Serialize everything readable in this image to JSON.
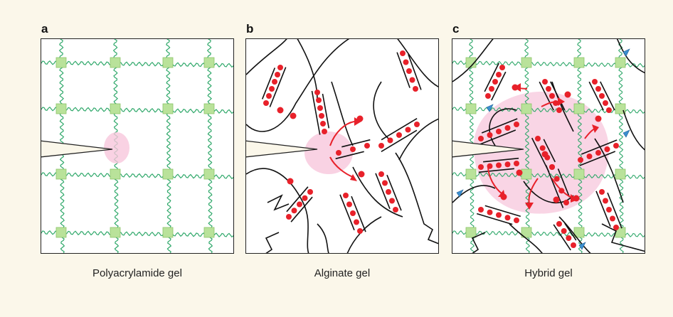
{
  "panels": [
    {
      "letter": "a",
      "caption": "Polyacrylamide gel"
    },
    {
      "letter": "b",
      "caption": "Alginate gel"
    },
    {
      "letter": "c",
      "caption": "Hybrid gel"
    }
  ],
  "colors": {
    "background": "#fbf7ea",
    "polyacrylamide_chain": "#2fa86a",
    "crosslink_square": "#b9e29a",
    "alginate_chain": "#111111",
    "calcium_ion": "#e8212a",
    "damage_zone": "#f7c7dc",
    "covalent_link": "#3c8fd0"
  }
}
